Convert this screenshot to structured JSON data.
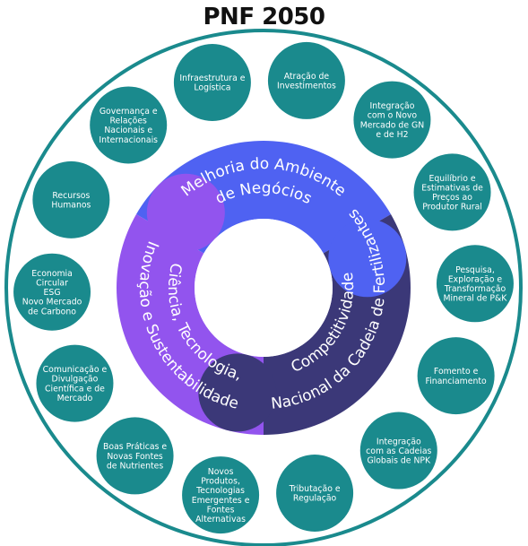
{
  "title": "PNF 2050",
  "center": {
    "segments": [
      {
        "name": "melhoria",
        "lines": [
          "Melhoria do Ambiente",
          "de Negócios"
        ],
        "color": "#4f62f2"
      },
      {
        "name": "competitividade",
        "lines": [
          "Competitividade",
          "Nacional da Cadeia de Fertilizantes"
        ],
        "color": "#3b3878"
      },
      {
        "name": "ciencia",
        "lines": [
          "Ciência, Tecnologia,",
          "Inovação e Sustentabilidade"
        ],
        "color": "#9254ee"
      }
    ]
  },
  "nodes": [
    {
      "lines": [
        "Infraestrutura e",
        "Logística"
      ]
    },
    {
      "lines": [
        "Atração de",
        "Investimentos"
      ]
    },
    {
      "lines": [
        "Integração",
        "com o Novo",
        "Mercado de GN",
        "e de H2"
      ]
    },
    {
      "lines": [
        "Equilíbrio e",
        "Estimativas de",
        "Preços ao",
        "Produtor Rural"
      ]
    },
    {
      "lines": [
        "Pesquisa,",
        "Exploração e",
        "Transformação",
        "Mineral de P&K"
      ]
    },
    {
      "lines": [
        "Fomento e",
        "Financiamento"
      ]
    },
    {
      "lines": [
        "Integração",
        "com as Cadeias",
        "Globais de NPK"
      ]
    },
    {
      "lines": [
        "Tributação e",
        "Regulação"
      ]
    },
    {
      "lines": [
        "Novos",
        "Produtos,",
        "Tecnologias",
        "Emergentes e",
        "Fontes",
        "Alternativas"
      ]
    },
    {
      "lines": [
        "Boas Práticas e",
        "Novas Fontes",
        "de Nutrientes"
      ]
    },
    {
      "lines": [
        "Comunicação e",
        "Divulgação",
        "Científica e de",
        "Mercado"
      ]
    },
    {
      "lines": [
        "Economia",
        "Circular",
        "ESG",
        "Novo Mercado",
        "de Carbono"
      ]
    },
    {
      "lines": [
        "Recursos",
        "Humanos"
      ]
    },
    {
      "lines": [
        "Governança e",
        "Relações",
        "Nacionais e",
        "Internacionais"
      ]
    }
  ],
  "colors": {
    "node": "#1a8a8d",
    "ring": "#1a8a8d",
    "background": "#ffffff"
  }
}
